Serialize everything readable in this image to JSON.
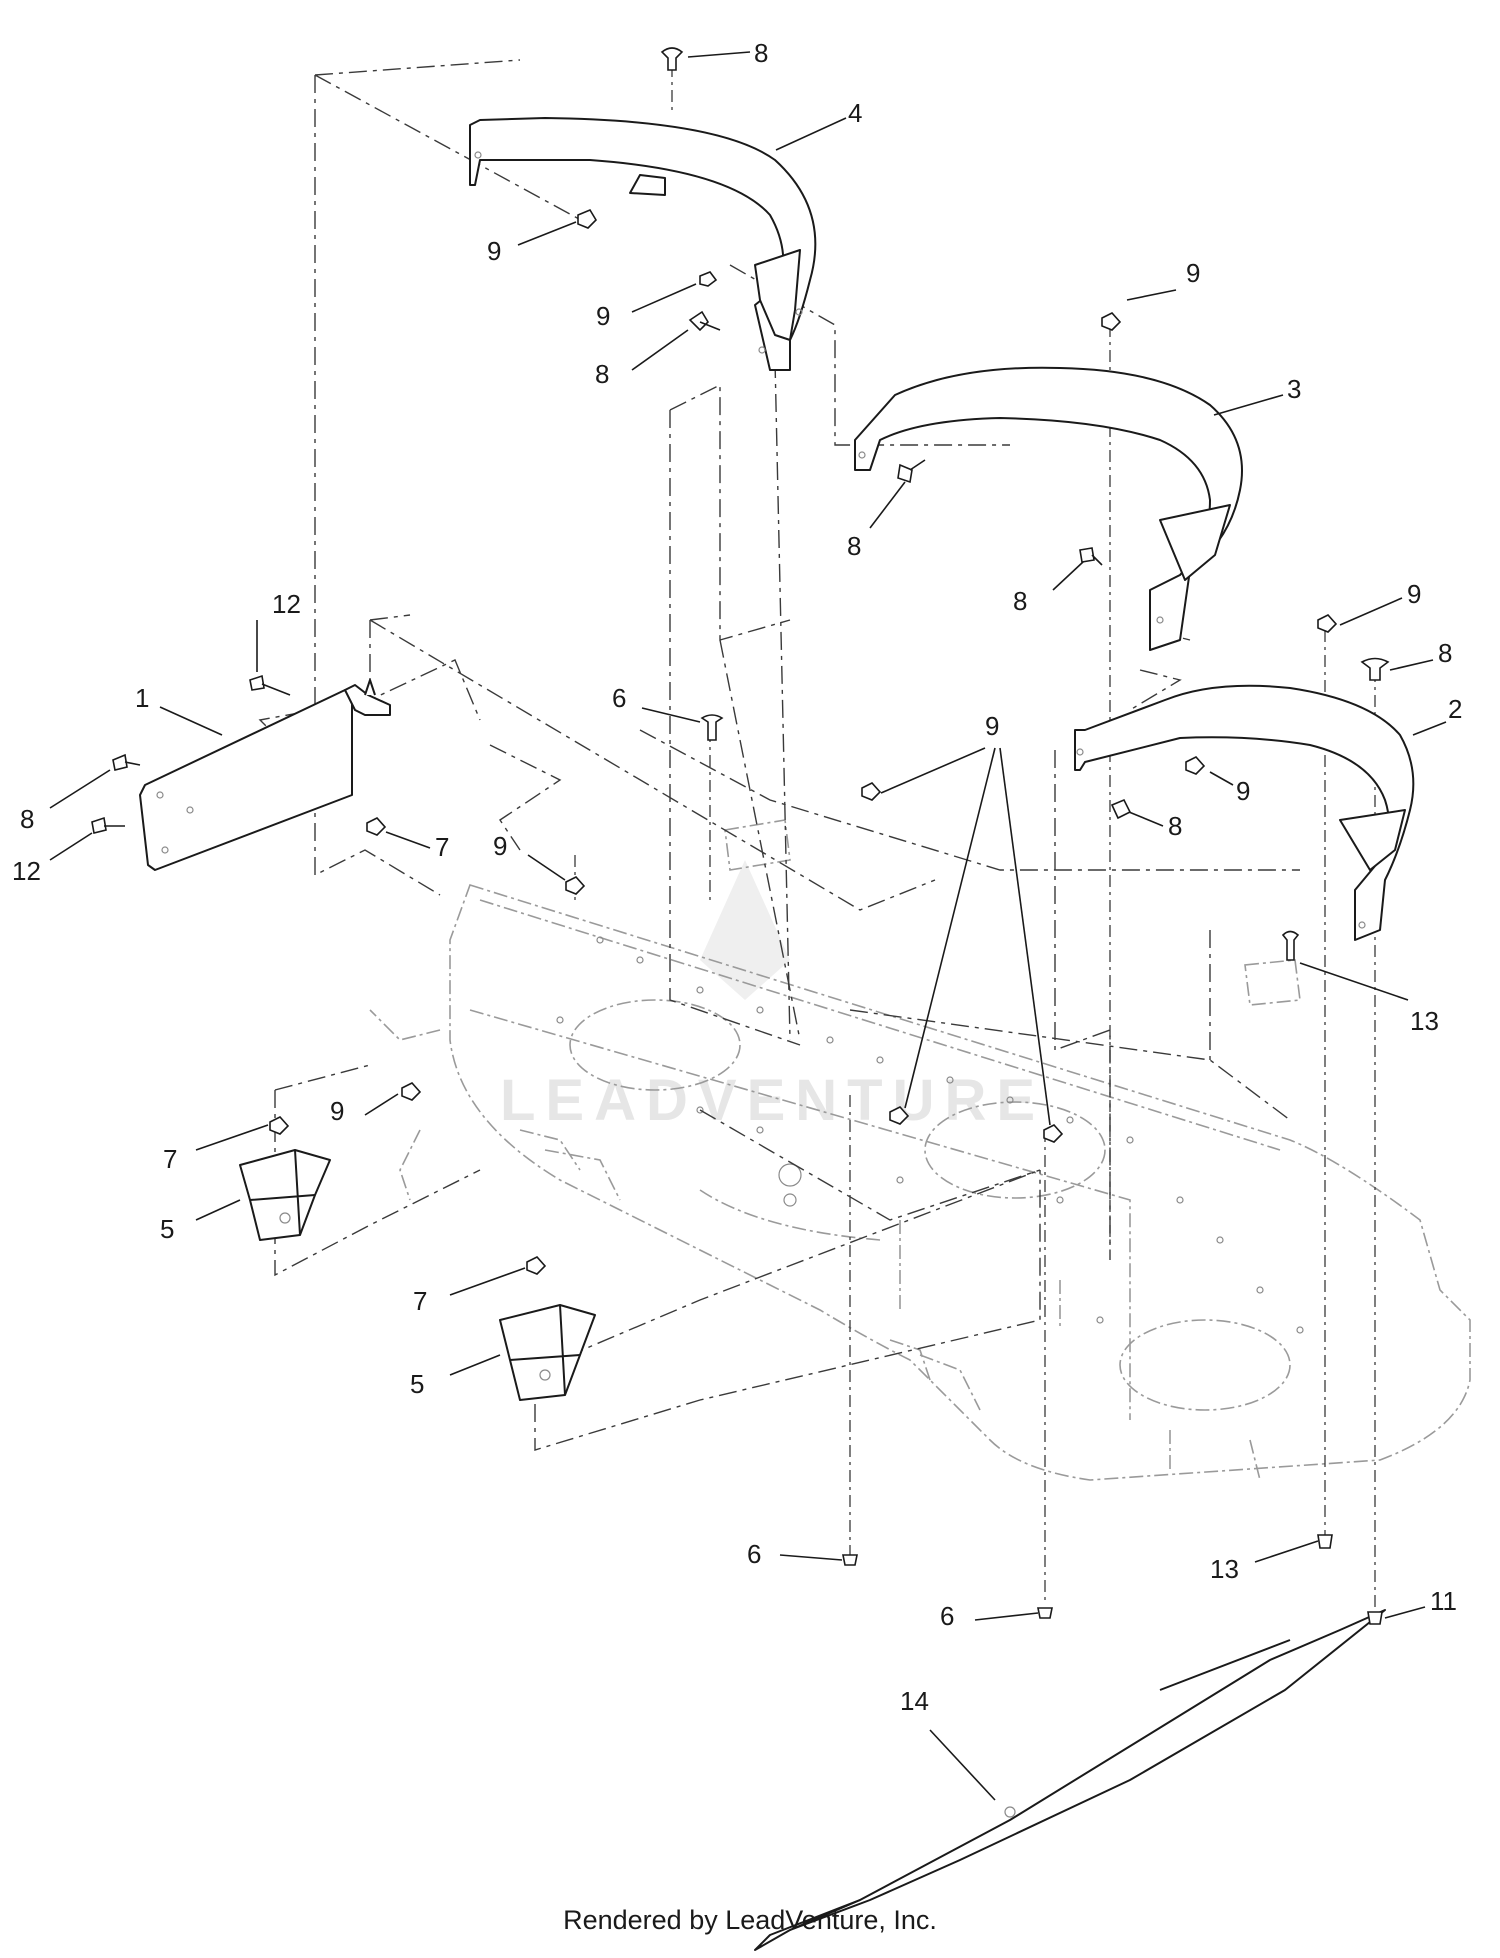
{
  "watermark": "LEADVENTURE",
  "footer": "Rendered by LeadVenture, Inc.",
  "callouts": [
    {
      "id": "c-8-top",
      "label": "8"
    },
    {
      "id": "c-4",
      "label": "4"
    },
    {
      "id": "c-9-a",
      "label": "9"
    },
    {
      "id": "c-9-b",
      "label": "9"
    },
    {
      "id": "c-8-b",
      "label": "8"
    },
    {
      "id": "c-9-c",
      "label": "9"
    },
    {
      "id": "c-3",
      "label": "3"
    },
    {
      "id": "c-8-c",
      "label": "8"
    },
    {
      "id": "c-8-d",
      "label": "8"
    },
    {
      "id": "c-9-d",
      "label": "9"
    },
    {
      "id": "c-8-e",
      "label": "8"
    },
    {
      "id": "c-2",
      "label": "2"
    },
    {
      "id": "c-12-a",
      "label": "12"
    },
    {
      "id": "c-1",
      "label": "1"
    },
    {
      "id": "c-8-f",
      "label": "8"
    },
    {
      "id": "c-12-b",
      "label": "12"
    },
    {
      "id": "c-7-a",
      "label": "7"
    },
    {
      "id": "c-6-a",
      "label": "6"
    },
    {
      "id": "c-9-e",
      "label": "9"
    },
    {
      "id": "c-9-f",
      "label": "9"
    },
    {
      "id": "c-9-g",
      "label": "9"
    },
    {
      "id": "c-8-g",
      "label": "8"
    },
    {
      "id": "c-13-a",
      "label": "13"
    },
    {
      "id": "c-9-h",
      "label": "9"
    },
    {
      "id": "c-7-b",
      "label": "7"
    },
    {
      "id": "c-5-a",
      "label": "5"
    },
    {
      "id": "c-7-c",
      "label": "7"
    },
    {
      "id": "c-5-b",
      "label": "5"
    },
    {
      "id": "c-6-b",
      "label": "6"
    },
    {
      "id": "c-13-b",
      "label": "13"
    },
    {
      "id": "c-11",
      "label": "11"
    },
    {
      "id": "c-6-c",
      "label": "6"
    },
    {
      "id": "c-14",
      "label": "14"
    }
  ]
}
